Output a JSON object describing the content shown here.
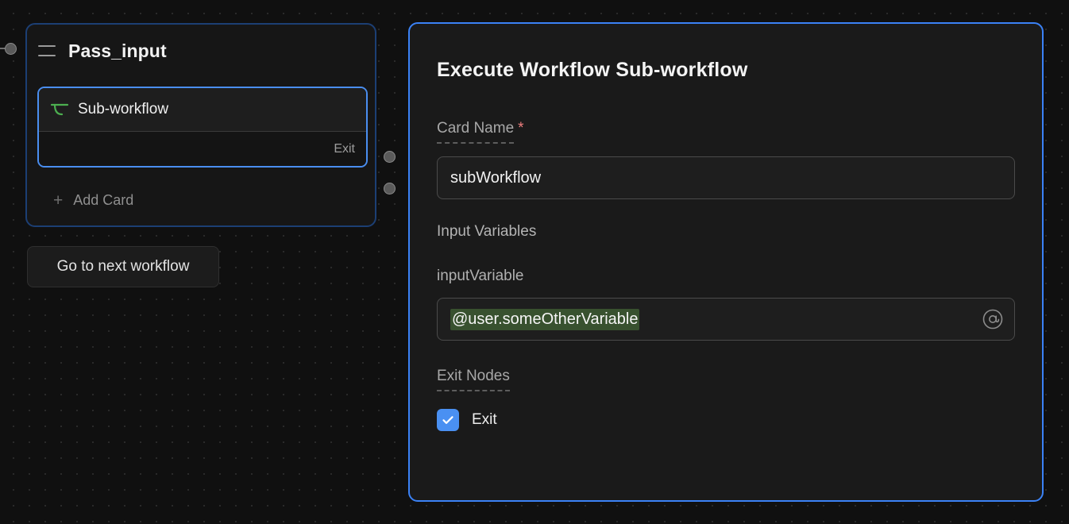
{
  "canvas": {
    "background_color": "#101010",
    "dot_color": "#2a2a2a"
  },
  "workflow_node": {
    "title": "Pass_input",
    "drag_handle_icon": "drag-handle-icon",
    "border_color": "#1c3f74",
    "cards": [
      {
        "label": "Sub-workflow",
        "icon": "sub-workflow-icon",
        "icon_color": "#4caf50",
        "exit_label": "Exit",
        "selected": true,
        "border_color": "#4a8ef0"
      }
    ],
    "add_card": {
      "plus_icon": "plus-icon",
      "label": "Add Card"
    }
  },
  "next_workflow_button": {
    "label": "Go to next workflow"
  },
  "panel": {
    "title": "Execute Workflow Sub-workflow",
    "border_color": "#3b82f6",
    "card_name": {
      "label": "Card Name",
      "required_marker": "*",
      "required_color": "#f07f7f",
      "value": "subWorkflow",
      "placeholder": ""
    },
    "input_variables": {
      "section_label": "Input Variables",
      "variables": [
        {
          "name": "inputVariable",
          "value": "@user.someOtherVariable",
          "token_background": "#38512f",
          "at_icon": "at-sign-icon"
        }
      ]
    },
    "exit_nodes": {
      "section_label": "Exit Nodes",
      "nodes": [
        {
          "label": "Exit",
          "checked": true,
          "checkbox_color": "#4a90f2",
          "check_icon": "check-icon"
        }
      ]
    }
  }
}
